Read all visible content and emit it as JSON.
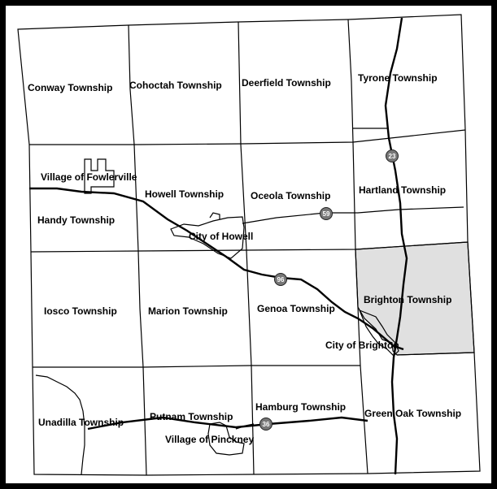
{
  "map": {
    "highlight_color": "#e0e0e0",
    "line_color": "#000000",
    "townships": [
      {
        "id": "conway",
        "label": "Conway Township"
      },
      {
        "id": "cohoctah",
        "label": "Cohoctah Township"
      },
      {
        "id": "deerfield",
        "label": "Deerfield Township"
      },
      {
        "id": "tyrone",
        "label": "Tyrone Township"
      },
      {
        "id": "fowlerville",
        "label": "Village of Fowlerville"
      },
      {
        "id": "howell-twp",
        "label": "Howell Township"
      },
      {
        "id": "oceola",
        "label": "Oceola Township"
      },
      {
        "id": "hartland",
        "label": "Hartland Township"
      },
      {
        "id": "handy",
        "label": "Handy Township"
      },
      {
        "id": "city-howell",
        "label": "City of Howell"
      },
      {
        "id": "iosco",
        "label": "Iosco Township"
      },
      {
        "id": "marion",
        "label": "Marion Township"
      },
      {
        "id": "genoa",
        "label": "Genoa Township"
      },
      {
        "id": "brighton-twp",
        "label": "Brighton Township"
      },
      {
        "id": "city-brighton",
        "label": "City of Brighton"
      },
      {
        "id": "unadilla",
        "label": "Unadilla Township"
      },
      {
        "id": "putnam",
        "label": "Putnam Township"
      },
      {
        "id": "hamburg",
        "label": "Hamburg Township"
      },
      {
        "id": "green-oak",
        "label": "Green Oak Township"
      },
      {
        "id": "pinckney",
        "label": "Village of Pinckney"
      }
    ],
    "highways": [
      {
        "id": "i23",
        "label": "23"
      },
      {
        "id": "m59",
        "label": "59"
      },
      {
        "id": "i96",
        "label": "96"
      },
      {
        "id": "m36",
        "label": "36"
      }
    ]
  }
}
